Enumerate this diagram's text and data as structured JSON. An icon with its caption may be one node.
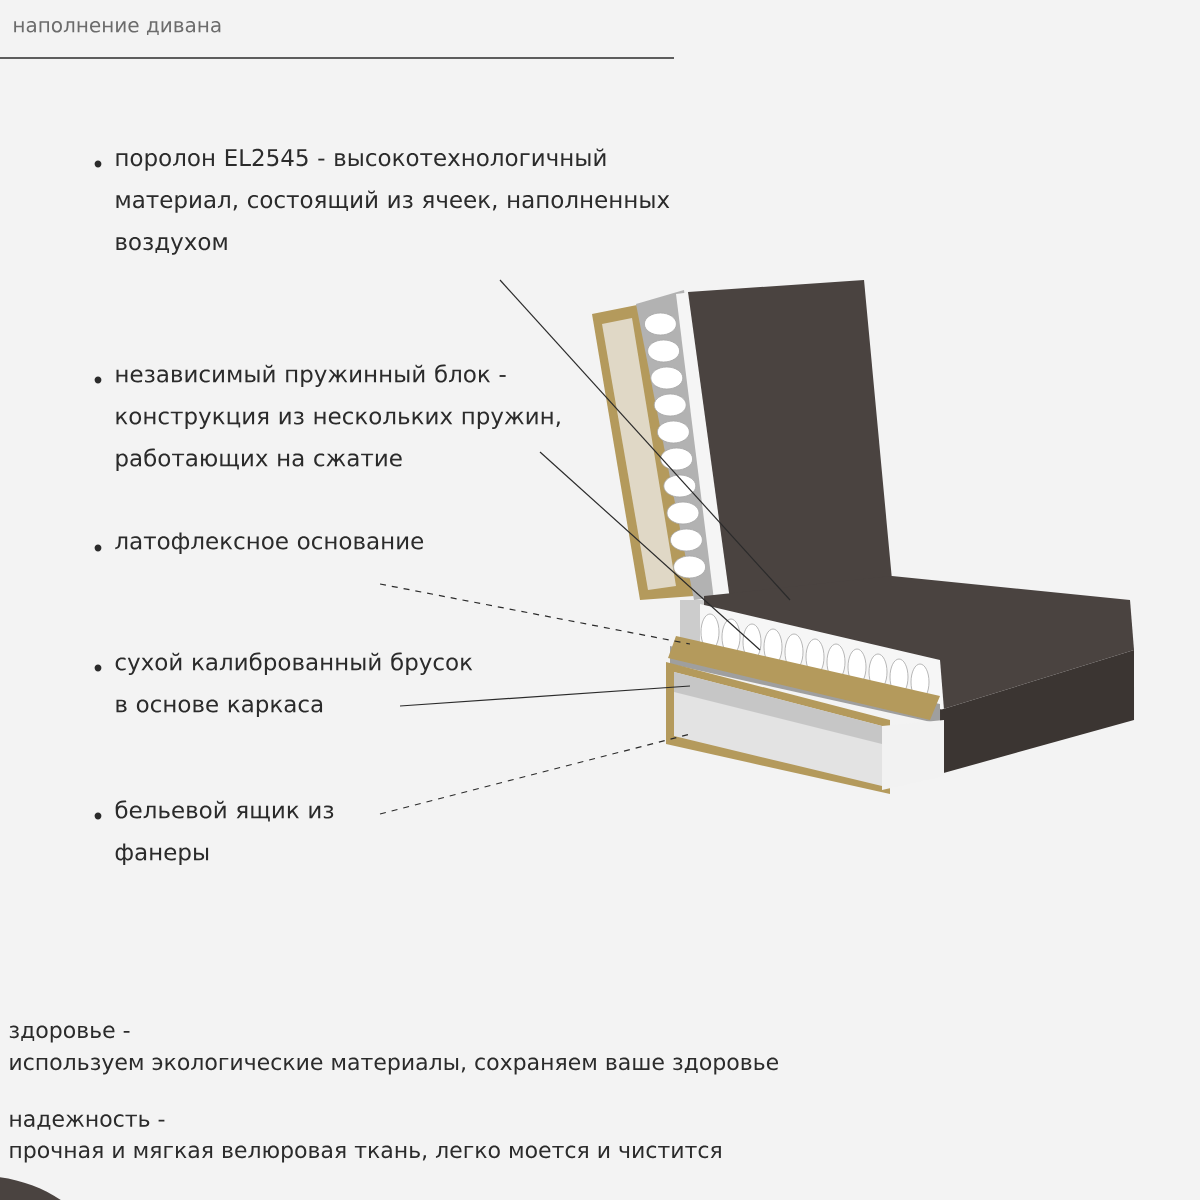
{
  "diagram": {
    "title": "наполнение дивана",
    "nodes": [
      {
        "text": [
          "поролон EL2545 - высокотехнологичный материал, состоящий из ячеек, наполненных воздухом"
        ]
      },
      {
        "text": [
          "независимый пружинный блок - конструкция из нескольких пружин, работающих на сжатие"
        ]
      },
      {
        "text": [
          "латофлексное основание"
        ]
      },
      {
        "text": [
          "сухой калиброванный брусок в основе каркаса"
        ]
      },
      {
        "text": [
          "бельевой ящик из фанеры"
        ]
      }
    ],
    "edges": [
      {
        "from": 0,
        "to": null,
        "arrow": "none"
      },
      {
        "from": 1,
        "to": null,
        "arrow": "none"
      },
      {
        "from": 2,
        "to": null,
        "arrow": "none",
        "style": "dashed"
      },
      {
        "from": 3,
        "to": null,
        "arrow": "none"
      },
      {
        "from": 4,
        "to": null,
        "arrow": "none",
        "style": "dashed"
      }
    ],
    "labels": [
      "здоровье -",
      "используем экологические материалы, сохраняем ваше здоровье",
      "надежность -",
      "прочная и мягкая велюровая ткань, легко моется и чистится"
    ]
  }
}
